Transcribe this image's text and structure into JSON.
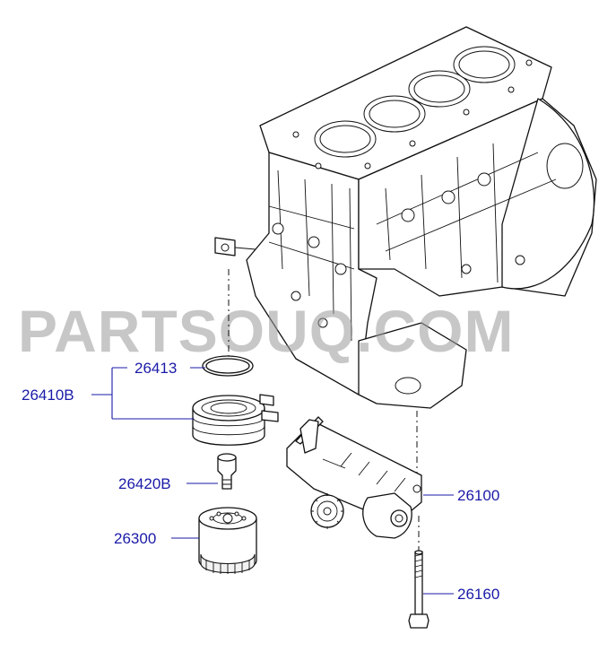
{
  "watermark": "PARTSOUQ.COM",
  "labels": {
    "p26413": "26413",
    "p26410B": "26410B",
    "p26420B": "26420B",
    "p26300": "26300",
    "p26100": "26100",
    "p26160": "26160"
  },
  "colors": {
    "label": "#1a1aa8",
    "ink": "#111111",
    "watermark": "#9a9a9a"
  }
}
